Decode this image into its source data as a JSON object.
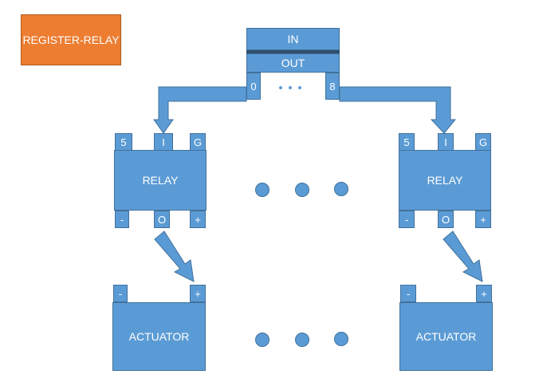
{
  "register_relay_label": "REGISTER-RELAY",
  "register": {
    "in_label": "IN",
    "out_label": "OUT",
    "pin_first": "0",
    "pin_last": "8"
  },
  "relay_left": {
    "title": "RELAY",
    "pin_5": "5",
    "pin_i": "I",
    "pin_g": "G",
    "pin_minus": "-",
    "pin_o": "O",
    "pin_plus": "+"
  },
  "relay_right": {
    "title": "RELAY",
    "pin_5": "5",
    "pin_i": "I",
    "pin_g": "G",
    "pin_minus": "-",
    "pin_o": "O",
    "pin_plus": "+"
  },
  "actuator_left": {
    "title": "ACTUATOR",
    "pin_minus": "-",
    "pin_plus": "+"
  },
  "actuator_right": {
    "title": "ACTUATOR",
    "pin_minus": "-",
    "pin_plus": "+"
  },
  "colors": {
    "block_fill": "#5b9bd5",
    "block_border": "#41719c",
    "label_fill": "#ed7d31"
  }
}
